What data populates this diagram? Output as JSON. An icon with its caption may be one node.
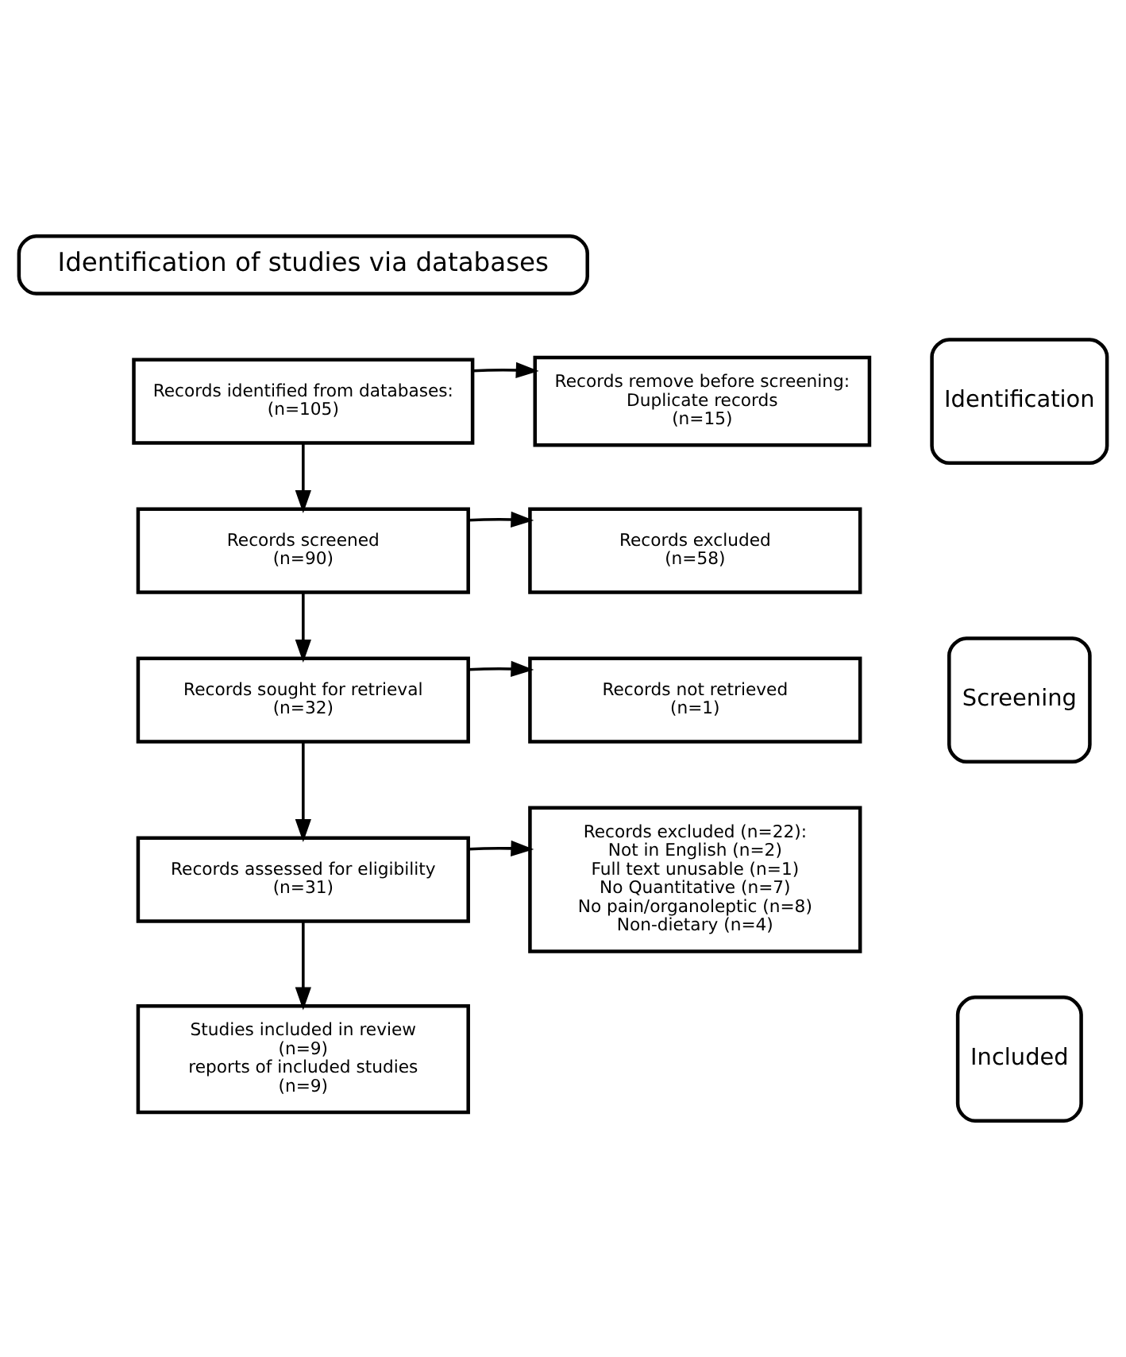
{
  "diagram": {
    "nodes": [
      {
        "text": [
          "Identification of studies via databases"
        ]
      },
      {
        "text": [
          "Identification"
        ]
      },
      {
        "text": [
          "Records identified from databases:",
          "(n=105)"
        ]
      },
      {
        "text": [
          "Records remove before screening:",
          "Duplicate records",
          "(n=15)"
        ]
      },
      {
        "text": [
          "Screening"
        ]
      },
      {
        "text": [
          "Records screened",
          "(n=90)"
        ]
      },
      {
        "text": [
          "Records excluded",
          "(n=58)"
        ]
      },
      {
        "text": [
          "Records sought for retrieval",
          "(n=32)"
        ]
      },
      {
        "text": [
          "Records not retrieved",
          "(n=1)"
        ]
      },
      {
        "text": [
          "Records assessed for eligibility",
          "(n=31)"
        ]
      },
      {
        "text": [
          "Records excluded (n=22):",
          "Not in English (n=2)",
          "Full text unusable (n=1)",
          "No Quantitative (n=7)",
          "No pain/organoleptic (n=8)",
          "Non-dietary (n=4)"
        ]
      },
      {
        "text": [
          "Included"
        ]
      },
      {
        "text": [
          "Studies included in review",
          "(n=9)",
          "reports of included studies",
          "(n=9)"
        ]
      }
    ],
    "edges": [
      {
        "from": 2,
        "to": 3,
        "arrow": "to"
      },
      {
        "from": 2,
        "to": 5,
        "arrow": "to"
      },
      {
        "from": 5,
        "to": 6,
        "arrow": "to"
      },
      {
        "from": 5,
        "to": 7,
        "arrow": "to"
      },
      {
        "from": 7,
        "to": 8,
        "arrow": "to"
      },
      {
        "from": 7,
        "to": 9,
        "arrow": "to"
      },
      {
        "from": 9,
        "to": 10,
        "arrow": "to"
      },
      {
        "from": 9,
        "to": 12,
        "arrow": "to"
      }
    ]
  }
}
